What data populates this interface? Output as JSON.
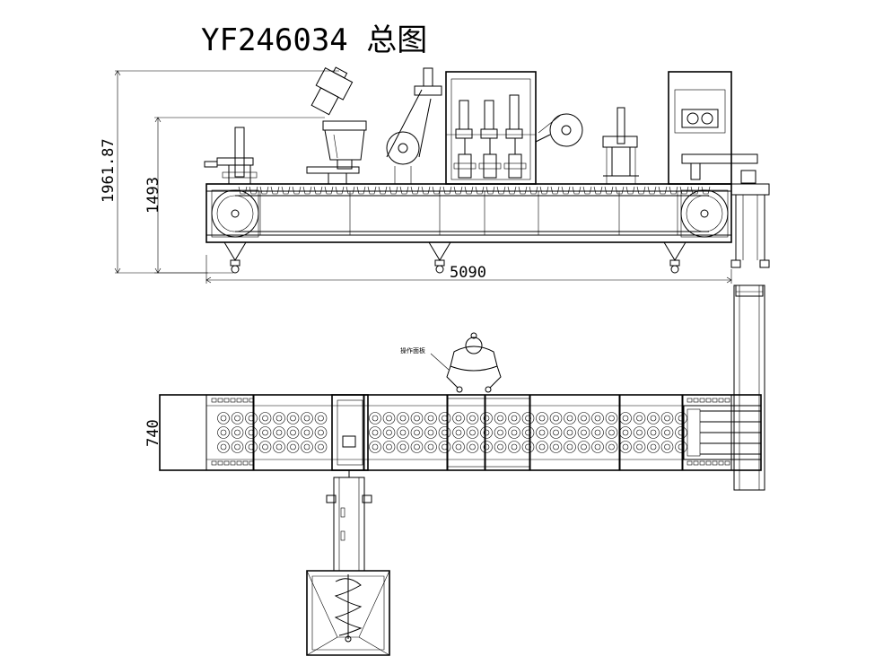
{
  "title": "YF246034 总图",
  "dimensions": {
    "overall_height": "1961.87",
    "frame_height": "1493",
    "overall_length": "5090",
    "overall_width": "740"
  },
  "labels": {
    "operator_panel": "操作面板"
  }
}
